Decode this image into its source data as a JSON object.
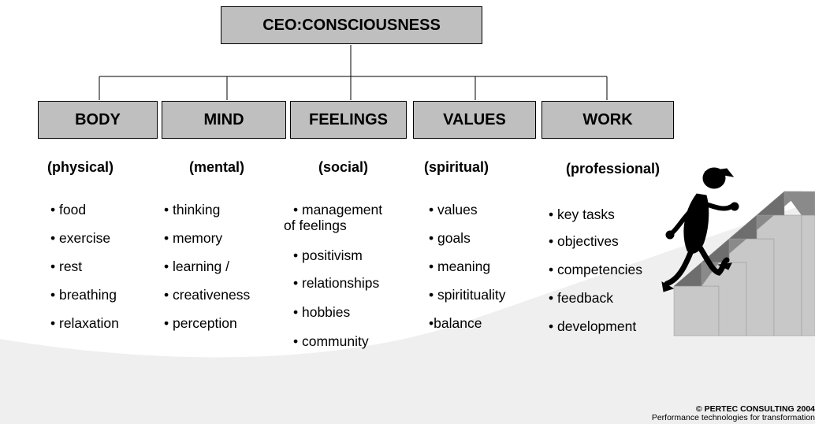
{
  "ceo": "CEO:CONSCIOUSNESS",
  "columns": [
    {
      "title": "BODY",
      "subtitle": "(physical)",
      "items": [
        "• food",
        "• exercise",
        "• rest",
        "• breathing",
        "• relaxation"
      ]
    },
    {
      "title": "MIND",
      "subtitle": "(mental)",
      "items": [
        "• thinking",
        "• memory",
        "• learning /",
        "• creativeness",
        "• perception"
      ]
    },
    {
      "title": "FEELINGS",
      "subtitle": "(social)",
      "items": [
        "• management",
        "of feelings",
        "• positivism",
        "• relationships",
        "• hobbies",
        "• community"
      ]
    },
    {
      "title": "VALUES",
      "subtitle": "(spiritual)",
      "items": [
        "• values",
        "• goals",
        "• meaning",
        "• spiritituality",
        "•balance"
      ]
    },
    {
      "title": "WORK",
      "subtitle": "(professional)",
      "items": [
        "• key tasks",
        "• objectives",
        "• competencies",
        "• feedback",
        "• development"
      ]
    }
  ],
  "footer": {
    "copyright": "© PERTEC CONSULTING 2004",
    "tagline": "Performance technologies for transformation"
  }
}
